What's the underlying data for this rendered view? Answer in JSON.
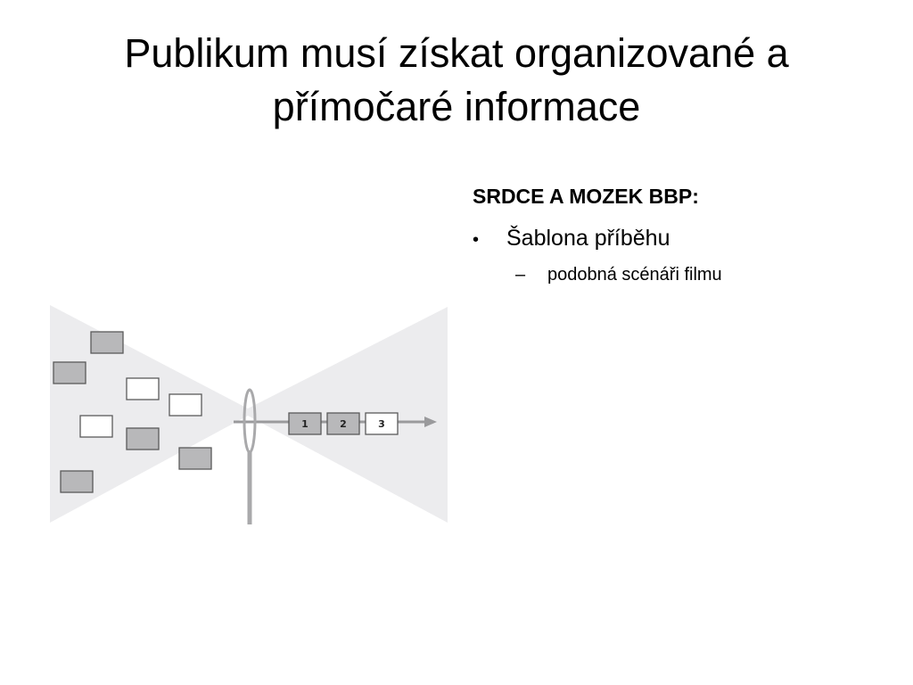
{
  "slide": {
    "title": "Publikum musí získat organizované a přímočaré informace"
  },
  "content": {
    "heading": "SRDCE A MOZEK BBP:",
    "bullets": [
      {
        "text": "Šablona příběhu",
        "subbullets": [
          {
            "text": "podobná scénáři filmu"
          }
        ]
      }
    ],
    "bullet_marker": "•",
    "subbullet_marker": "–"
  },
  "diagram": {
    "sequence_labels": [
      "1",
      "2",
      "3"
    ],
    "colors": {
      "funnel": "#ececee",
      "box_gray": "#b8b8ba",
      "box_white": "#ffffff",
      "box_stroke": "#5a5a5a",
      "needle": "#a9a9ab",
      "arrow": "#9a9a9c"
    }
  }
}
